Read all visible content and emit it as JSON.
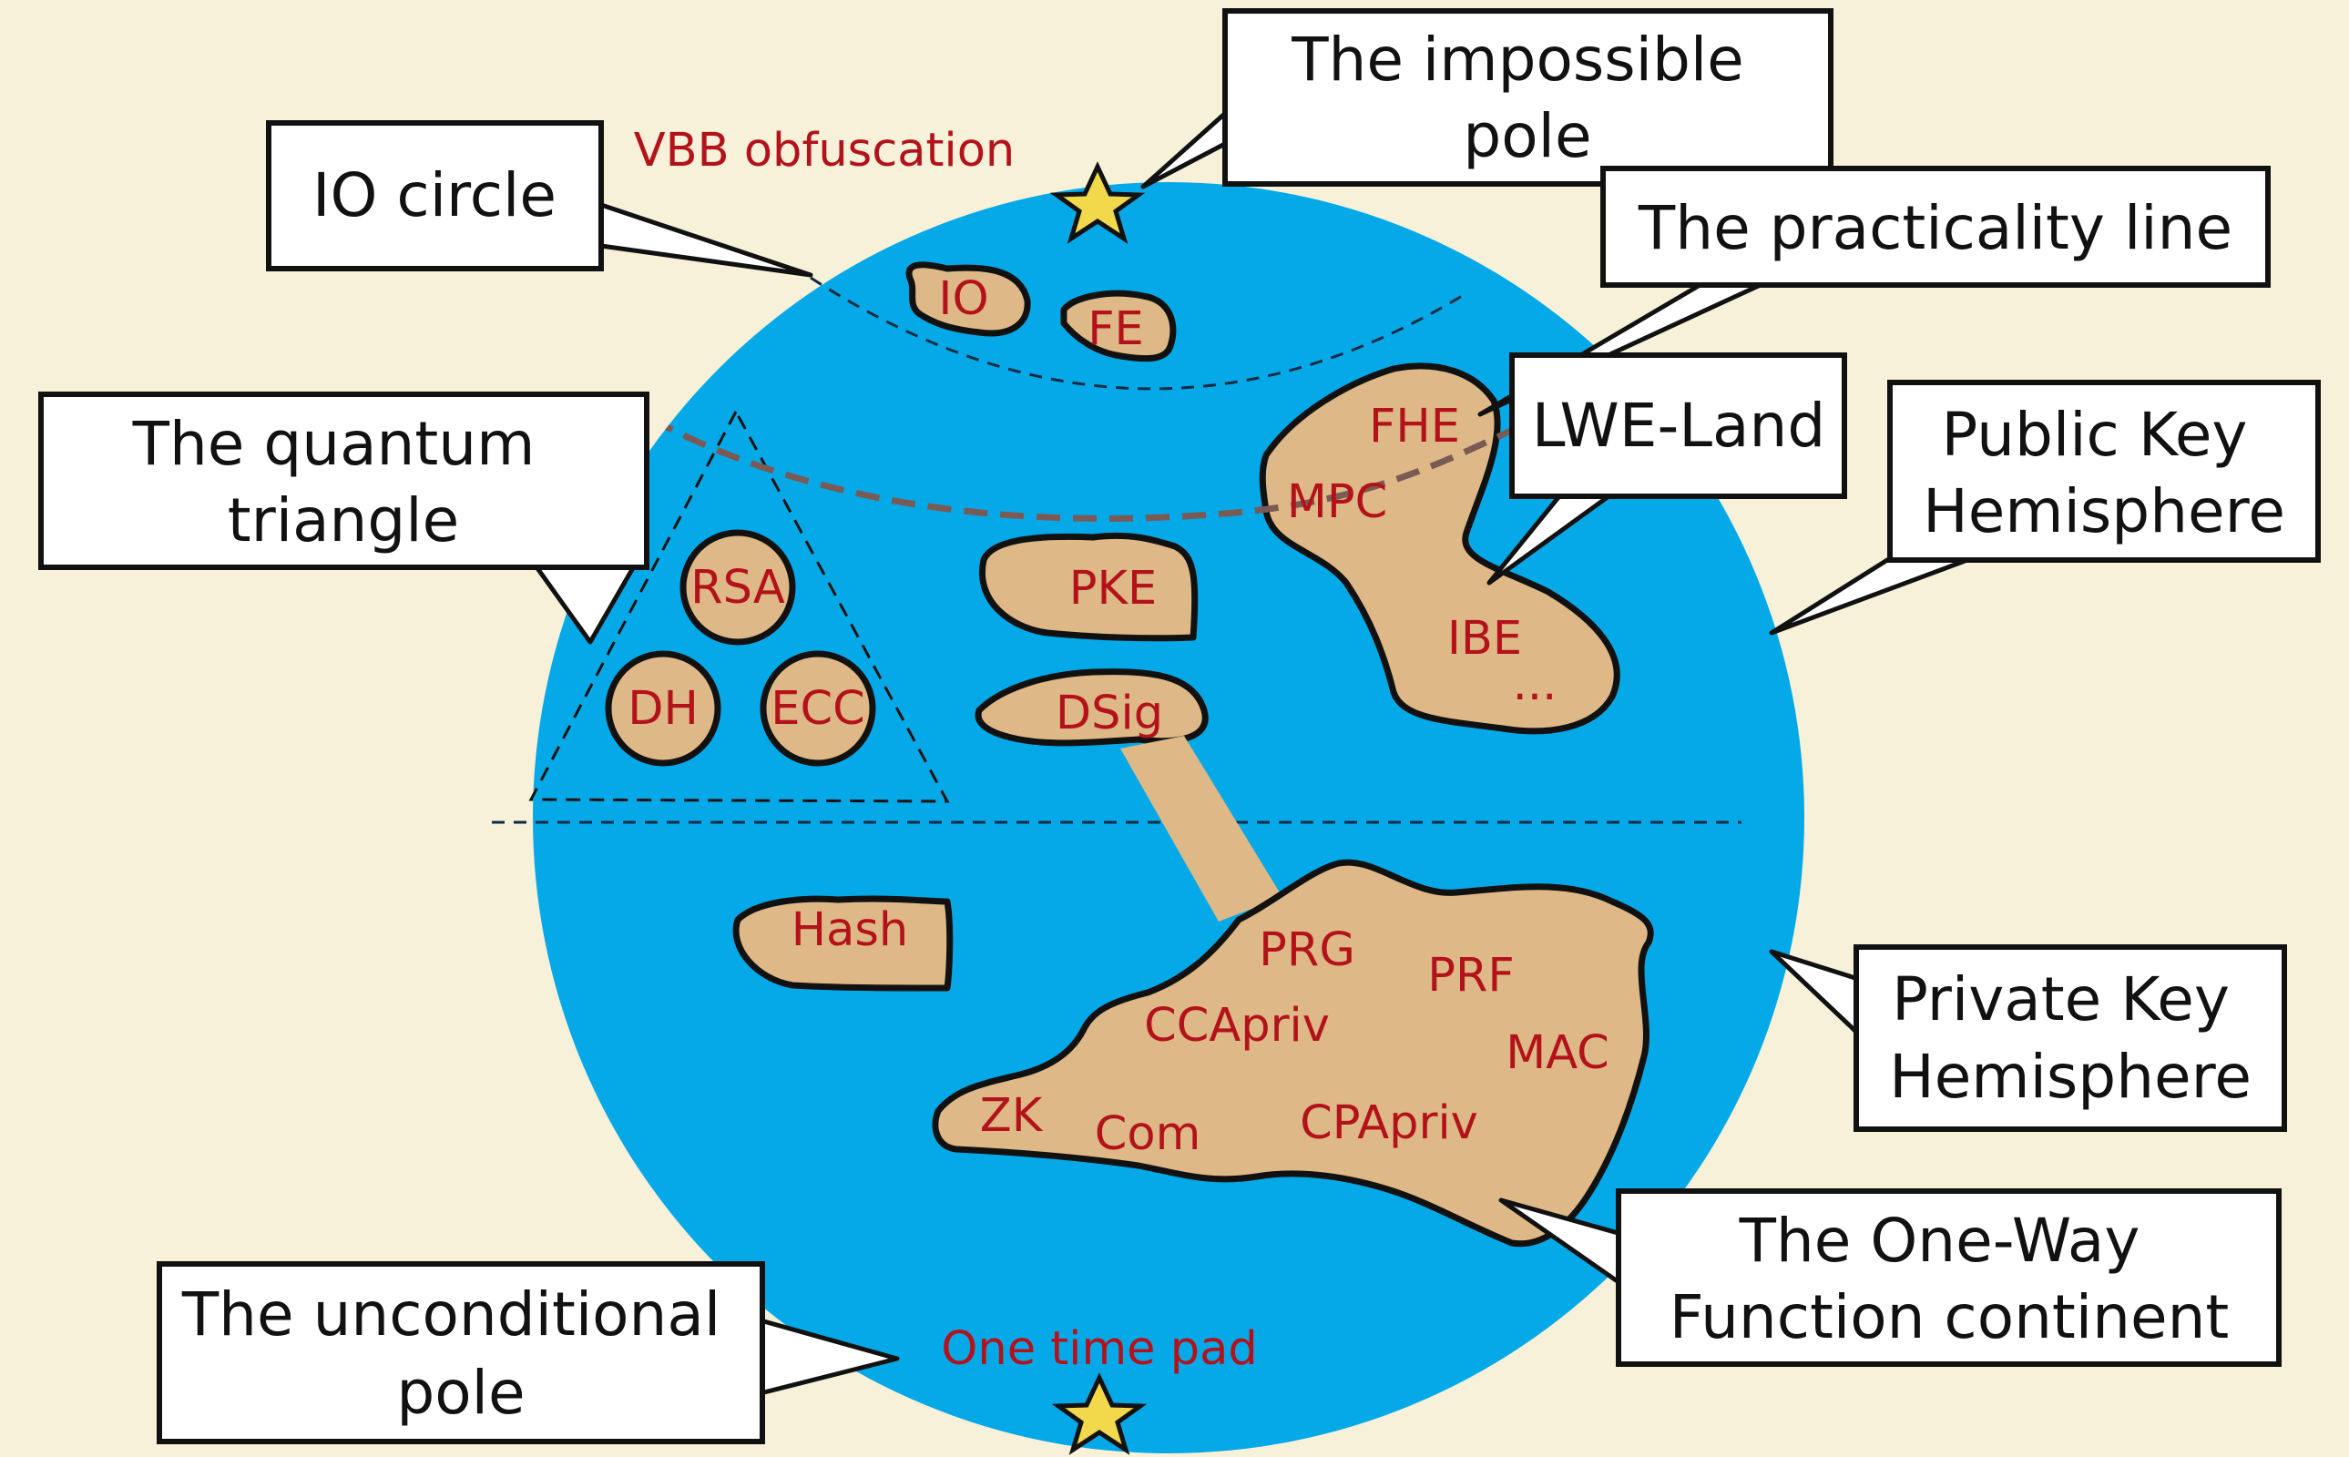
{
  "colors": {
    "background": "#f7f1d9",
    "ocean": "#05a9e8",
    "land": "#deb887",
    "label_red": "#b3121b",
    "star": "#f2d84b",
    "practicality_line": "#7a5a54"
  },
  "callouts": {
    "impossible_pole": [
      "The impossible",
      "pole"
    ],
    "io_circle": [
      "IO circle"
    ],
    "practicality_line": [
      "The practicality line"
    ],
    "quantum_triangle": [
      "The quantum",
      "triangle"
    ],
    "lwe_land": [
      "LWE-Land"
    ],
    "public_key_hemisphere": [
      "Public Key",
      "Hemisphere"
    ],
    "private_key_hemisphere": [
      "Private Key",
      "Hemisphere"
    ],
    "unconditional_pole": [
      "The unconditional",
      "pole"
    ],
    "one_way_function_continent": [
      "The One-Way",
      "Function continent"
    ]
  },
  "region_labels": {
    "vbb_obfuscation": "VBB obfuscation",
    "one_time_pad": "One time pad"
  },
  "islands": {
    "io": "IO",
    "fe": "FE",
    "rsa": "RSA",
    "dh": "DH",
    "ecc": "ECC",
    "pke": "PKE",
    "dsig": "DSig",
    "hash": "Hash",
    "fhe": "FHE",
    "mpc": "MPC",
    "ibe": "IBE",
    "lwe_more": "...",
    "prg": "PRG",
    "prf": "PRF",
    "ccapriv": "CCApriv",
    "mac": "MAC",
    "zk": "ZK",
    "com": "Com",
    "cpapriv": "CPApriv"
  },
  "icons": {
    "top_star": "star-icon",
    "bottom_star": "star-icon"
  }
}
